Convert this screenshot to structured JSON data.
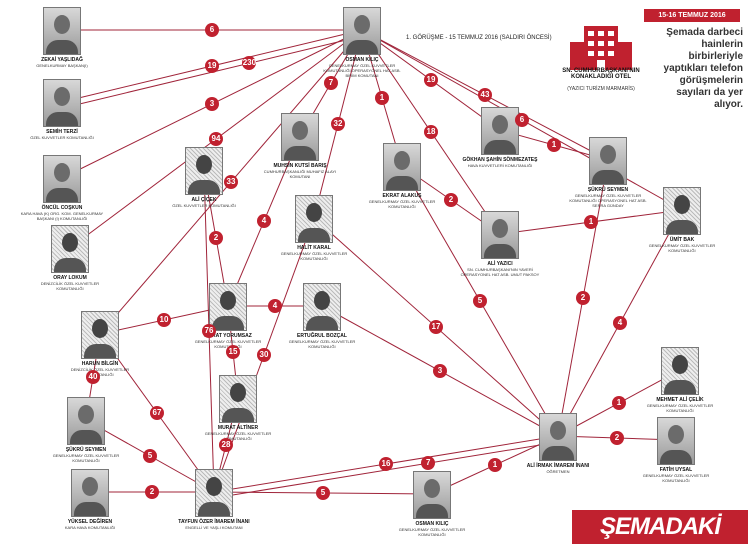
{
  "header": {
    "date": "15-16 TEMMUZ 2016",
    "caption": "Şemada darbeci hainlerin birbirleriyle yaptıkları telefon görüşmelerin sayıları da yer alıyor.",
    "first_meeting": "1. GÖRÜŞME - 15 TEMMUZ 2016 (SALDIRI ÖNCESİ)",
    "hotel_title": "SN. CUMHURBAŞKANI'NIN KONAKLADIĞI OTEL",
    "hotel_sub": "(YAZICI TURİZM MARMARİS)",
    "logo": "ŞEMADAKİ"
  },
  "colors": {
    "accent": "#c0212f",
    "line": "#a0243a"
  },
  "nodes": [
    {
      "id": "zekeriya",
      "name": "ZEKAİ YAŞLIDAĞ",
      "role": "GENELKURMAY BAŞKAN(I)",
      "photo": "photo"
    },
    {
      "id": "osman",
      "name": "OSMAN KILIÇ",
      "role": "GENELKURMAY ÖZEL KUVVETLER KOMUTANLIĞI OPERASYONEL HAT ASB. BİRİM KOMUTANI",
      "photo": "photo"
    },
    {
      "id": "semih",
      "name": "SEMİH TERZİ",
      "role": "ÖZEL KUVVETLER KOMUTANLIĞI",
      "photo": "photo"
    },
    {
      "id": "oncul",
      "name": "ÖNCÜL COŞKUN",
      "role": "KARA HAVA (K) ORG. KOM. GENELKURMAY BAŞKANI (I) KOMUTANLIĞI",
      "photo": "photo"
    },
    {
      "id": "muhsin",
      "name": "MUHSİN KUTSİ BARIŞ",
      "role": "CUMHURBAŞKANLIĞI MUHAFIZ ALAYI KOMUTANI",
      "photo": "photo"
    },
    {
      "id": "ali",
      "name": "ALİ ÇİÇEK",
      "role": "ÖZEL KUVVETLER KOMUTANLIĞI",
      "photo": "sketch"
    },
    {
      "id": "gokhan",
      "name": "GÖKHAN ŞAHİN SÖNMEZATEŞ",
      "role": "HAVA KUVVETLERİ KOMUTANLIĞI",
      "photo": "photo"
    },
    {
      "id": "sukru",
      "name": "ŞÜKRÜ SEYMEN",
      "role": "GENELKURMAY ÖZEL KUVVETLER KOMUTANLIĞI OPERASYONEL HAT ASB. SERRA GÜNDAY",
      "photo": "photo"
    },
    {
      "id": "umit",
      "name": "ÜMİT BAK",
      "role": "GENELKURMAY ÖZEL KUVVETLER KOMUTANLIĞI",
      "photo": "sketch"
    },
    {
      "id": "ekrat",
      "name": "EKRAT ALAKUŞ",
      "role": "GENELKURMAY ÖZEL KUVVETLER KOMUTANLIĞI",
      "photo": "photo"
    },
    {
      "id": "halit",
      "name": "HALİT KARAL",
      "role": "GENELKURMAY ÖZEL KUVVETLER KOMUTANLIĞI",
      "photo": "sketch"
    },
    {
      "id": "oray",
      "name": "ORAY LOKUM",
      "role": "DENİZCİLİK ÖZEL KUVVETLER KOMUTANLIĞI",
      "photo": "sketch"
    },
    {
      "id": "aliyazici",
      "name": "ALİ YAZICI",
      "role": "SN. CUMHURBAŞKANI'NIN YAVERİ OPERASYONEL HAT ASB. UMUT PAKSOY",
      "photo": "photo"
    },
    {
      "id": "harun",
      "name": "HARUN BİLGİN",
      "role": "DENİZCİLİK ÖZEL KUVVETLER KOMUTANLIĞI",
      "photo": "sketch"
    },
    {
      "id": "murat_y",
      "name": "MURAT YORUMSAZ",
      "role": "GENELKURMAY ÖZEL KUVVETLER KOMUTANLIĞI",
      "photo": "sketch"
    },
    {
      "id": "ertugrul",
      "name": "ERTUĞRUL BOZÇAL",
      "role": "GENELKURMAY ÖZEL KUVVETLER KOMUTANLIĞI",
      "photo": "sketch"
    },
    {
      "id": "murat_a",
      "name": "MURAT ALTİNER",
      "role": "GENELKURMAY ÖZEL KUVVETLER KOMUTANLIĞI",
      "photo": "sketch"
    },
    {
      "id": "mehmet",
      "name": "MEHMET ALİ ÇELİK",
      "role": "GENELKURMAY ÖZEL KUVVETLER KOMUTANLIĞI",
      "photo": "sketch"
    },
    {
      "id": "sukru2",
      "name": "ŞÜKRÜ SEYMEN",
      "role": "GENELKURMAY ÖZEL KUVVETLER KOMUTANLIĞI",
      "photo": "photo"
    },
    {
      "id": "fatih",
      "name": "FATİH UYSAL",
      "role": "GENELKURMAY ÖZEL KUVVETLER KOMUTANLIĞI",
      "photo": "photo"
    },
    {
      "id": "alipek",
      "name": "ALİ İRMAK İMAREM İNANI",
      "role": "ÖĞRETMEN",
      "photo": "photo"
    },
    {
      "id": "yuksel",
      "name": "YÜKSEL DEĞİREN",
      "role": "KARA HAVA KOMUTANLIĞI",
      "photo": "photo"
    },
    {
      "id": "tayfun",
      "name": "TAYFUN ÖZER İMAREM İNANI",
      "role": "ENGELLİ VE YAŞLI KOMUTANI",
      "photo": "sketch"
    },
    {
      "id": "osman2",
      "name": "OSMAN KILIÇ",
      "role": "GENELKURMAY ÖZEL KUVVETLER KOMUTANLIĞI",
      "photo": "photo"
    }
  ],
  "edges": [
    {
      "from": "zekeriya",
      "to": "osman",
      "count": "6"
    },
    {
      "from": "semih",
      "to": "osman",
      "count": "19"
    },
    {
      "from": "semih",
      "to": "osman",
      "count": "230"
    },
    {
      "from": "osman",
      "to": "oncul",
      "count": "3"
    },
    {
      "from": "osman",
      "to": "oray",
      "count": "94"
    },
    {
      "from": "osman",
      "to": "harun",
      "count": "33"
    },
    {
      "from": "osman",
      "to": "muhsin",
      "count": "7"
    },
    {
      "from": "osman",
      "to": "ekrat",
      "count": "1"
    },
    {
      "from": "osman",
      "to": "halit",
      "count": "32"
    },
    {
      "from": "osman",
      "to": "gokhan",
      "count": "19"
    },
    {
      "from": "osman",
      "to": "sukru",
      "count": "43"
    },
    {
      "from": "osman",
      "to": "umit",
      "count": "6"
    },
    {
      "from": "osman",
      "to": "aliyazici",
      "count": "18"
    },
    {
      "from": "gokhan",
      "to": "sukru",
      "count": "1"
    },
    {
      "from": "ekrat",
      "to": "aliyazici",
      "count": "2"
    },
    {
      "from": "aliyazici",
      "to": "umit",
      "count": "1"
    },
    {
      "from": "ali",
      "to": "murat_y",
      "count": "2"
    },
    {
      "from": "ali",
      "to": "tayfun",
      "count": "76"
    },
    {
      "from": "muhsin",
      "to": "murat_y",
      "count": "4"
    },
    {
      "from": "harun",
      "to": "murat_y",
      "count": "10"
    },
    {
      "from": "murat_y",
      "to": "ertugrul",
      "count": "4"
    },
    {
      "from": "murat_y",
      "to": "murat_a",
      "count": "15"
    },
    {
      "from": "ekrat",
      "to": "alipek",
      "count": "5"
    },
    {
      "from": "halit",
      "to": "alipek",
      "count": "17"
    },
    {
      "from": "halit",
      "to": "tayfun",
      "count": "30"
    },
    {
      "from": "ertugrul",
      "to": "alipek",
      "count": "3"
    },
    {
      "from": "harun",
      "to": "sukru2",
      "count": "40"
    },
    {
      "from": "harun",
      "to": "tayfun",
      "count": "67"
    },
    {
      "from": "sukru2",
      "to": "tayfun",
      "count": "5"
    },
    {
      "from": "murat_a",
      "to": "tayfun",
      "count": "28"
    },
    {
      "from": "sukru",
      "to": "alipek",
      "count": "2"
    },
    {
      "from": "umit",
      "to": "alipek",
      "count": "4"
    },
    {
      "from": "mehmet",
      "to": "alipek",
      "count": "1"
    },
    {
      "from": "fatih",
      "to": "alipek",
      "count": "2"
    },
    {
      "from": "tayfun",
      "to": "alipek",
      "count": "16"
    },
    {
      "from": "tayfun",
      "to": "alipek",
      "count": "7"
    },
    {
      "from": "yuksel",
      "to": "tayfun",
      "count": "2"
    },
    {
      "from": "tayfun",
      "to": "osman2",
      "count": "5"
    },
    {
      "from": "osman2",
      "to": "alipek",
      "count": "1"
    }
  ]
}
